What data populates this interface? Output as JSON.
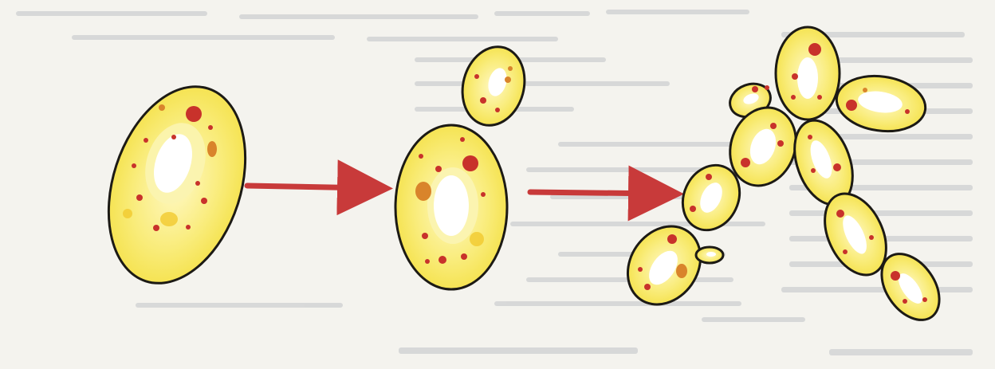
{
  "diagram": {
    "colors": {
      "paper": "#f4f3ee",
      "bleed_text": "#9aa0a8",
      "cell_fill": "#f7ea62",
      "cell_fill_light": "#fbf3a6",
      "cell_outline": "#1c1a15",
      "vacuole": "#ffffff",
      "granule_red": "#c8322b",
      "granule_orange": "#d9842b",
      "arrow": "#c83a3a"
    },
    "stages": [
      "single-cell",
      "budding-cell",
      "cell-chain"
    ],
    "transitions": [
      "arrow-1",
      "arrow-2"
    ]
  }
}
